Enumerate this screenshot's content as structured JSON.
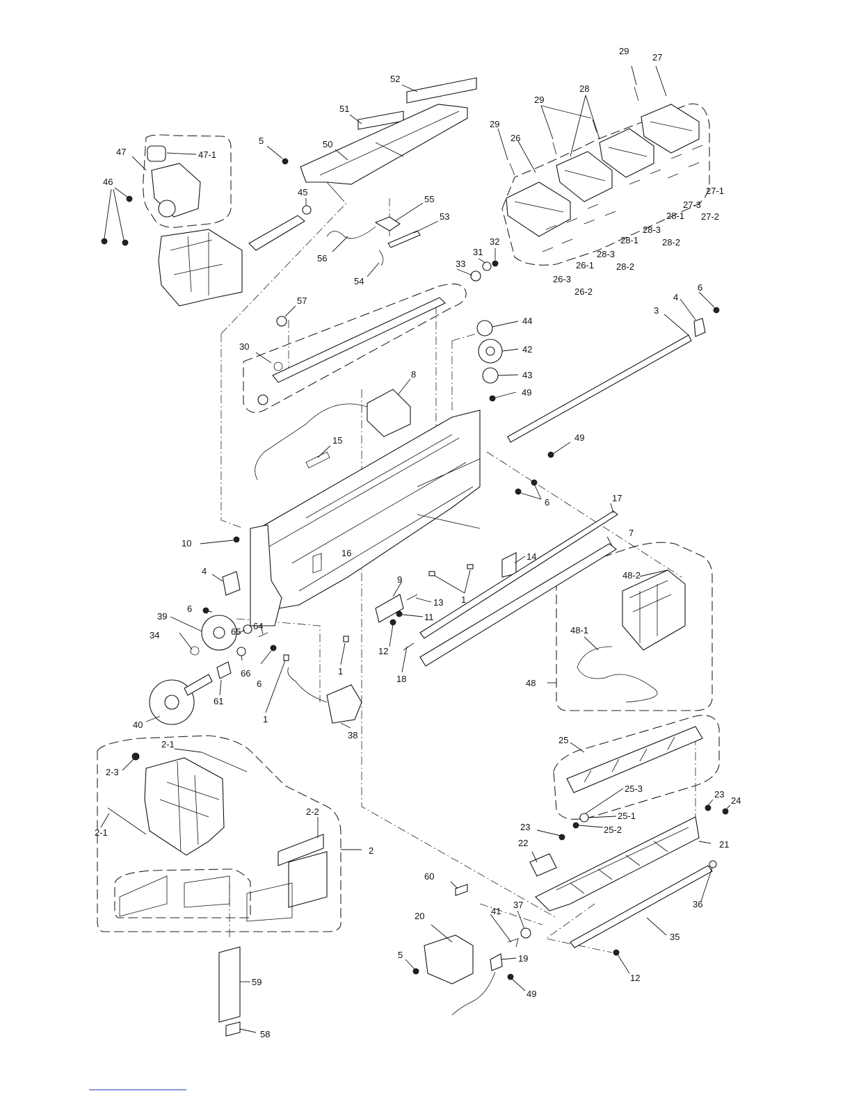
{
  "callouts": [
    {
      "id": "c-52",
      "text": "52"
    },
    {
      "id": "c-51",
      "text": "51"
    },
    {
      "id": "c-50",
      "text": "50"
    },
    {
      "id": "c-5a",
      "text": "5"
    },
    {
      "id": "c-47",
      "text": "47"
    },
    {
      "id": "c-47-1",
      "text": "47-1"
    },
    {
      "id": "c-46",
      "text": "46"
    },
    {
      "id": "c-45",
      "text": "45"
    },
    {
      "id": "c-55",
      "text": "55"
    },
    {
      "id": "c-53",
      "text": "53"
    },
    {
      "id": "c-56",
      "text": "56"
    },
    {
      "id": "c-54",
      "text": "54"
    },
    {
      "id": "c-32",
      "text": "32"
    },
    {
      "id": "c-31",
      "text": "31"
    },
    {
      "id": "c-33",
      "text": "33"
    },
    {
      "id": "c-57",
      "text": "57"
    },
    {
      "id": "c-30",
      "text": "30"
    },
    {
      "id": "c-8",
      "text": "8"
    },
    {
      "id": "c-44",
      "text": "44"
    },
    {
      "id": "c-42",
      "text": "42"
    },
    {
      "id": "c-43",
      "text": "43"
    },
    {
      "id": "c-49a",
      "text": "49"
    },
    {
      "id": "c-49b",
      "text": "49"
    },
    {
      "id": "c-15",
      "text": "15"
    },
    {
      "id": "c-6a",
      "text": "6"
    },
    {
      "id": "c-6b",
      "text": "6"
    },
    {
      "id": "c-6c",
      "text": "6"
    },
    {
      "id": "c-6d",
      "text": "6"
    },
    {
      "id": "c-3",
      "text": "3"
    },
    {
      "id": "c-4a",
      "text": "4"
    },
    {
      "id": "c-4b",
      "text": "4"
    },
    {
      "id": "c-29a",
      "text": "29"
    },
    {
      "id": "c-29b",
      "text": "29"
    },
    {
      "id": "c-29c",
      "text": "29"
    },
    {
      "id": "c-27",
      "text": "27"
    },
    {
      "id": "c-28",
      "text": "28"
    },
    {
      "id": "c-26",
      "text": "26"
    },
    {
      "id": "c-27-1",
      "text": "27-1"
    },
    {
      "id": "c-27-3",
      "text": "27-3"
    },
    {
      "id": "c-27-2",
      "text": "27-2"
    },
    {
      "id": "c-28-1a",
      "text": "28-1"
    },
    {
      "id": "c-28-3a",
      "text": "28-3"
    },
    {
      "id": "c-28-2a",
      "text": "28-2"
    },
    {
      "id": "c-28-1b",
      "text": "28-1"
    },
    {
      "id": "c-28-3b",
      "text": "28-3"
    },
    {
      "id": "c-28-2b",
      "text": "28-2"
    },
    {
      "id": "c-26-1",
      "text": "26-1"
    },
    {
      "id": "c-26-3",
      "text": "26-3"
    },
    {
      "id": "c-26-2",
      "text": "26-2"
    },
    {
      "id": "c-17",
      "text": "17"
    },
    {
      "id": "c-7",
      "text": "7"
    },
    {
      "id": "c-10",
      "text": "10"
    },
    {
      "id": "c-16",
      "text": "16"
    },
    {
      "id": "c-14",
      "text": "14"
    },
    {
      "id": "c-48-2",
      "text": "48-2"
    },
    {
      "id": "c-9",
      "text": "9"
    },
    {
      "id": "c-13",
      "text": "13"
    },
    {
      "id": "c-11",
      "text": "11"
    },
    {
      "id": "c-12a",
      "text": "12"
    },
    {
      "id": "c-1a",
      "text": "1"
    },
    {
      "id": "c-1b",
      "text": "1"
    },
    {
      "id": "c-1c",
      "text": "1"
    },
    {
      "id": "c-18",
      "text": "18"
    },
    {
      "id": "c-39",
      "text": "39"
    },
    {
      "id": "c-34",
      "text": "34"
    },
    {
      "id": "c-65",
      "text": "65"
    },
    {
      "id": "c-64",
      "text": "64"
    },
    {
      "id": "c-66",
      "text": "66"
    },
    {
      "id": "c-61",
      "text": "61"
    },
    {
      "id": "c-40",
      "text": "40"
    },
    {
      "id": "c-38",
      "text": "38"
    },
    {
      "id": "c-48-1",
      "text": "48-1"
    },
    {
      "id": "c-48",
      "text": "48"
    },
    {
      "id": "c-2-1a",
      "text": "2-1"
    },
    {
      "id": "c-2-3",
      "text": "2-3"
    },
    {
      "id": "c-2-2",
      "text": "2-2"
    },
    {
      "id": "c-2-1b",
      "text": "2-1"
    },
    {
      "id": "c-2",
      "text": "2"
    },
    {
      "id": "c-25",
      "text": "25"
    },
    {
      "id": "c-25-3",
      "text": "25-3"
    },
    {
      "id": "c-25-1",
      "text": "25-1"
    },
    {
      "id": "c-25-2",
      "text": "25-2"
    },
    {
      "id": "c-23a",
      "text": "23"
    },
    {
      "id": "c-24",
      "text": "24"
    },
    {
      "id": "c-23b",
      "text": "23"
    },
    {
      "id": "c-21",
      "text": "21"
    },
    {
      "id": "c-22",
      "text": "22"
    },
    {
      "id": "c-60",
      "text": "60"
    },
    {
      "id": "c-37",
      "text": "37"
    },
    {
      "id": "c-41",
      "text": "41"
    },
    {
      "id": "c-36",
      "text": "36"
    },
    {
      "id": "c-35",
      "text": "35"
    },
    {
      "id": "c-20",
      "text": "20"
    },
    {
      "id": "c-19",
      "text": "19"
    },
    {
      "id": "c-5b",
      "text": "5"
    },
    {
      "id": "c-49c",
      "text": "49"
    },
    {
      "id": "c-12b",
      "text": "12"
    },
    {
      "id": "c-59",
      "text": "59"
    },
    {
      "id": "c-58",
      "text": "58"
    }
  ]
}
